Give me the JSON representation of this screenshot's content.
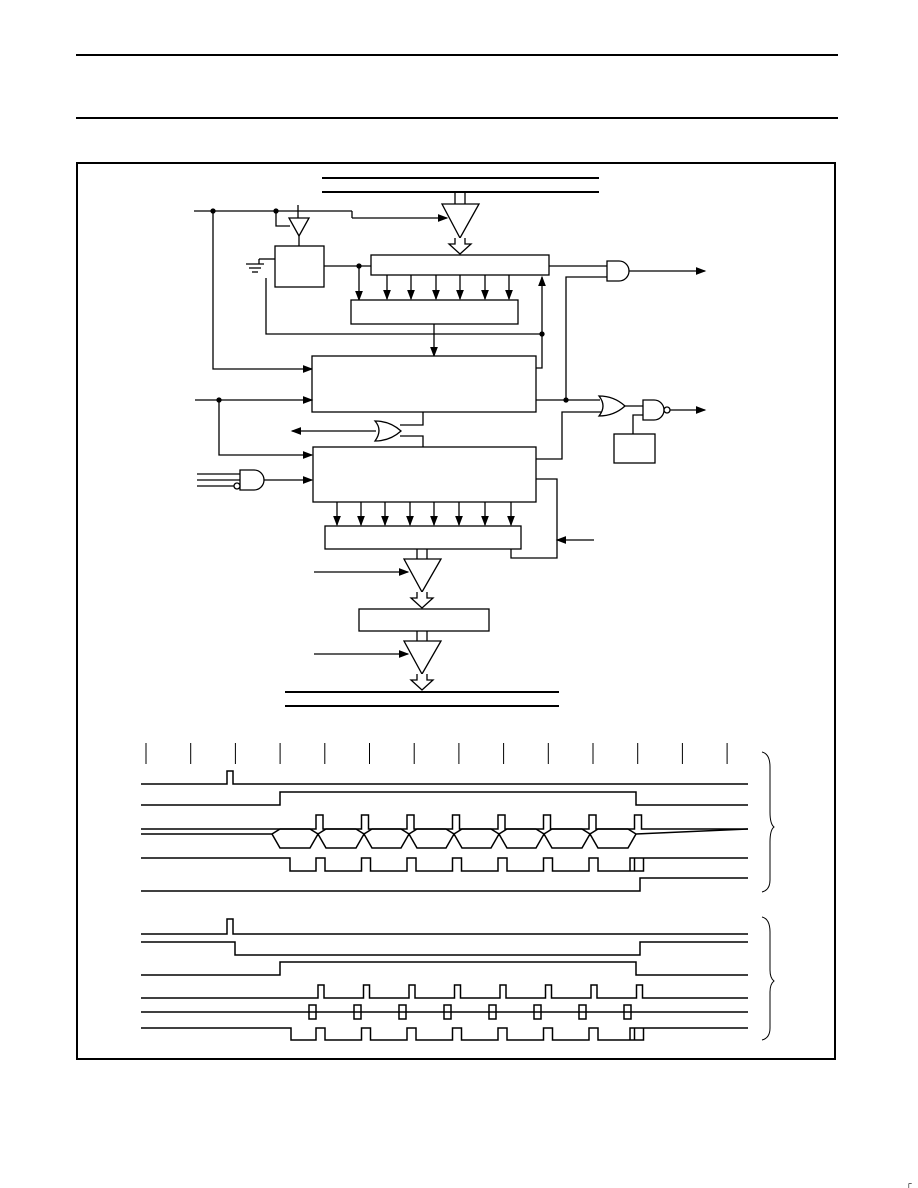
{
  "page": {
    "corner_mark": "┌"
  },
  "figure": {
    "block_diagram": {
      "blocks": [
        "register-top",
        "latch-top",
        "control-box-small",
        "logic-block-upper",
        "logic-block-lower",
        "latch-bottom",
        "buffer-register",
        "output-box-right"
      ],
      "gates": [
        "and-top-right",
        "or-right",
        "nand-right",
        "or-left-middle",
        "and-left-inverted-input"
      ],
      "buffers": [
        "tri-state-top",
        "small-buffer-top",
        "tri-state-lower-1",
        "tri-state-lower-2"
      ],
      "text_labels": []
    },
    "timing_diagram": {
      "clock_ticks": 14,
      "group_1_signals": 6,
      "group_2_signals": 6,
      "data_bits_per_frame": 8
    }
  }
}
